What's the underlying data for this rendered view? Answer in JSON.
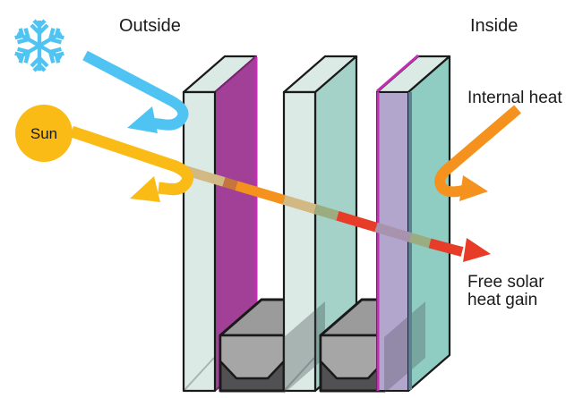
{
  "labels": {
    "outside": "Outside",
    "inside": "Inside",
    "sun": "Sun",
    "internal_heat": "Internal heat",
    "free_solar_line1": "Free solar",
    "free_solar_line2": "heat gain"
  },
  "icons": {
    "snowflake": "snowflake-icon",
    "sun_disc": "sun-icon"
  },
  "colors": {
    "outline": "#1a1a1a",
    "cold_blue": "#4FC4F2",
    "sun_yellow": "#FABB16",
    "heat_orange": "#F5921E",
    "gain_red": "#E73C27",
    "coating_purple": "#A23F97",
    "coating_purple_stroke": "#7C2374",
    "coating_edge_magenta": "#C22FB2",
    "coating_lavender": "#B3A6CD",
    "glass_face_light": "#DCEAE6",
    "glass_face_mid": "#A5D2C8",
    "glass_face_teal": "#8FCCC1",
    "glass_edge_slate": "#5E8191",
    "spacer_top_gray": "#9B9B9B",
    "spacer_front_gray": "#A6A6A7",
    "spacer_dark_gray": "#515153",
    "ray_tan": "#D2B983",
    "ray_rust": "#C4763E",
    "ray_olive": "#9BAC80",
    "ray_mauve": "#A793AE",
    "text_black": "#1A1A1A"
  }
}
